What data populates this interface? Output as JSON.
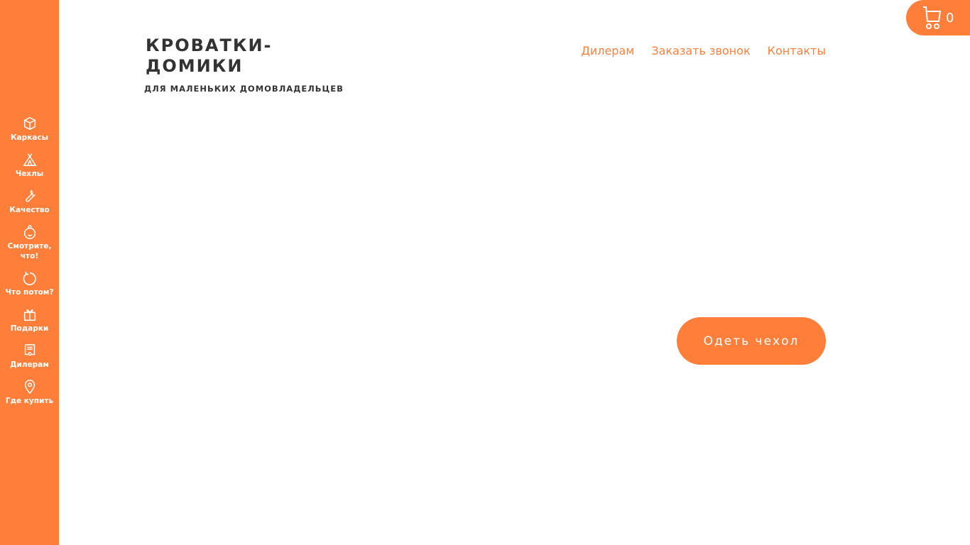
{
  "logo": {
    "line1": "КРОВАТКИ-",
    "line2": "ДОМИКИ",
    "tagline": "ДЛЯ МАЛЕНЬКИХ ДОМОВЛАДЕЛЬЦЕВ"
  },
  "topnav": [
    "Дилерам",
    "Заказать звонок",
    "Контакты"
  ],
  "cart": {
    "count": "0"
  },
  "cta": "Одеть чехол",
  "sidebar": [
    "Каркасы",
    "Чехлы",
    "Качество",
    "Смотрите, что!",
    "Что потом?",
    "Подарки",
    "Дилерам",
    "Где купить"
  ],
  "colors": {
    "accent": "#ff7f3a",
    "text": "#333333"
  }
}
